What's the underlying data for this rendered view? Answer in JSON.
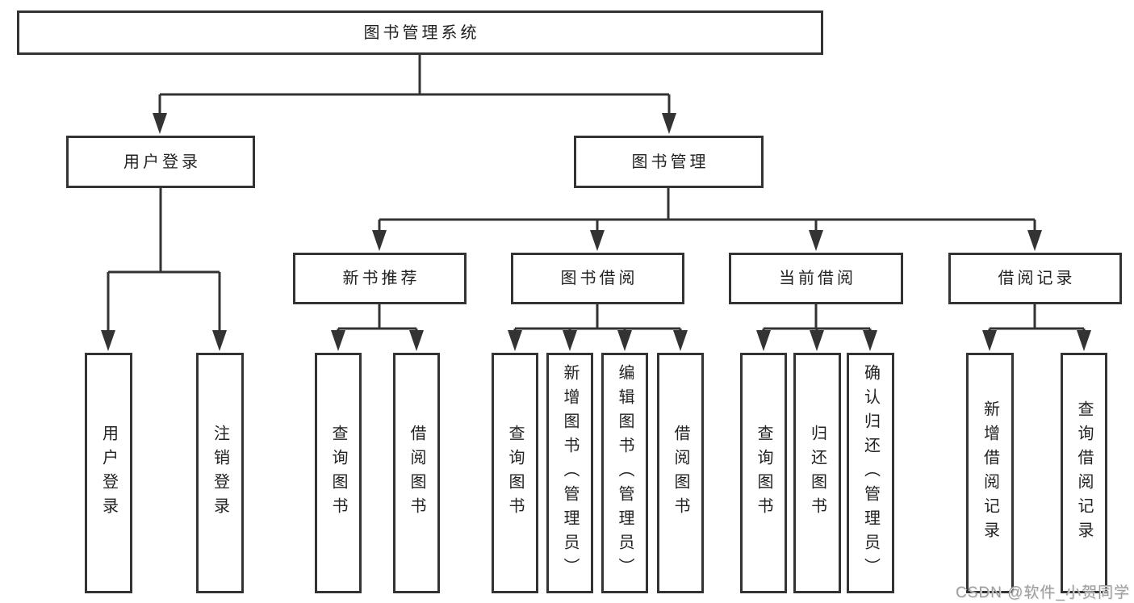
{
  "tree": {
    "root": {
      "label": "图书管理系统"
    },
    "branches": [
      {
        "label": "用户登录",
        "children": [
          {
            "label": "用户登录"
          },
          {
            "label": "注销登录"
          }
        ]
      },
      {
        "label": "图书管理",
        "sections": [
          {
            "label": "新书推荐",
            "children": [
              {
                "label": "查询图书"
              },
              {
                "label": "借阅图书"
              }
            ]
          },
          {
            "label": "图书借阅",
            "children": [
              {
                "label": "查询图书"
              },
              {
                "label": "新增图书（管理员）"
              },
              {
                "label": "编辑图书（管理员）"
              },
              {
                "label": "借阅图书"
              }
            ]
          },
          {
            "label": "当前借阅",
            "children": [
              {
                "label": "查询图书"
              },
              {
                "label": "归还图书"
              },
              {
                "label": "确认归还（管理员）"
              }
            ]
          },
          {
            "label": "借阅记录",
            "children": [
              {
                "label": "新增借阅记录"
              },
              {
                "label": "查询借阅记录"
              }
            ]
          }
        ]
      }
    ]
  },
  "watermark": {
    "text": "CSDN @软件_小贺同学"
  },
  "colors": {
    "line": "#333333",
    "text": "#222222",
    "watermark": "#9e9e9e",
    "background": "#ffffff"
  }
}
